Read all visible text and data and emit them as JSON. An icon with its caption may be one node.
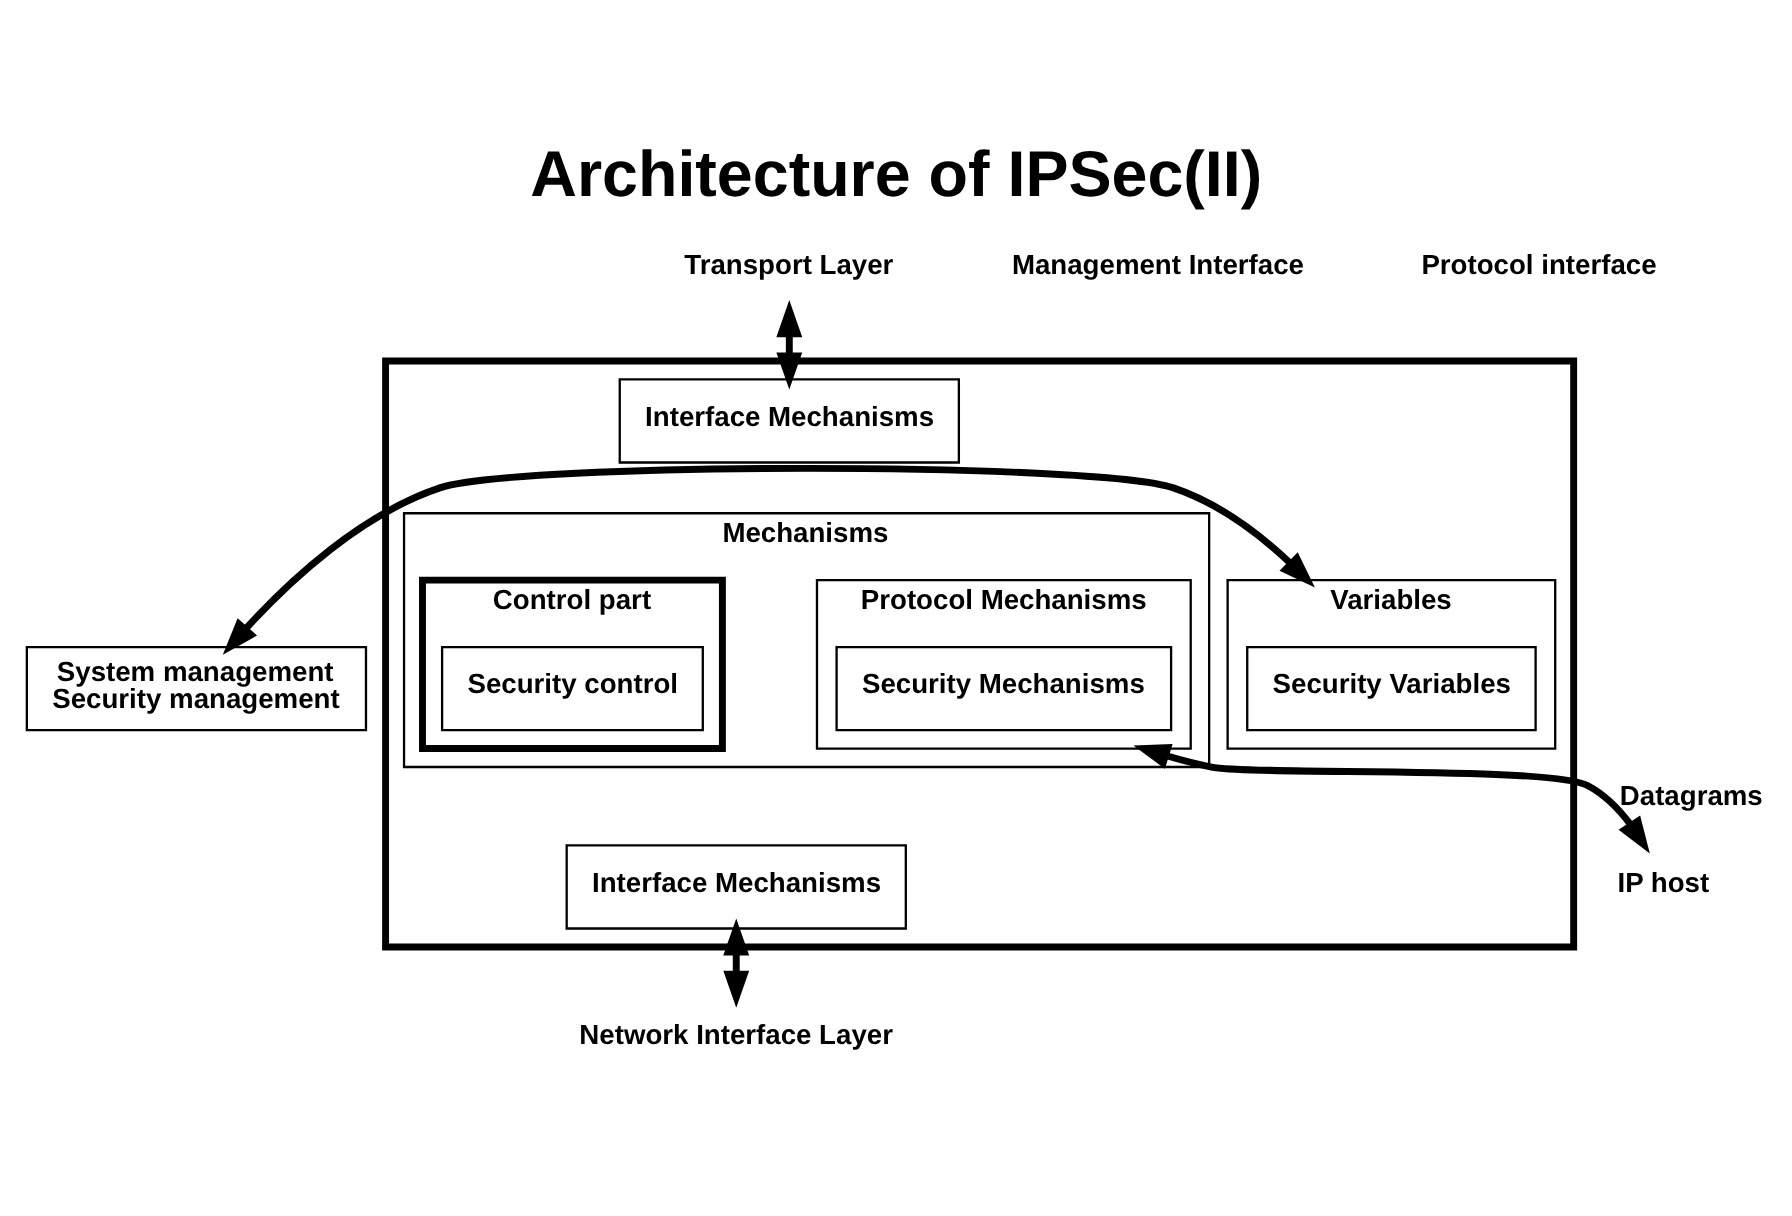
{
  "diagram": {
    "title": "Architecture of IPSec(II)",
    "nodes": [
      {
        "text": [
          "System management",
          "Security management"
        ]
      },
      {
        "text": [],
        "shape": "box"
      },
      {
        "text": [
          "Variables"
        ],
        "in": 1
      },
      {
        "text": [
          "Security Variables"
        ],
        "in": 2
      },
      {
        "text": [
          "Interface Mechanisms"
        ],
        "in": 1
      },
      {
        "text": [
          "Mechanisms"
        ],
        "in": 1
      },
      {
        "text": [
          "Control part"
        ],
        "in": 5
      },
      {
        "text": [
          "Security control"
        ],
        "in": 6
      },
      {
        "text": [
          "Protocol Mechanisms"
        ],
        "in": 5
      },
      {
        "text": [
          "Security Mechanisms"
        ],
        "in": 8
      },
      {
        "text": [
          "Interface Mechanisms"
        ],
        "in": 1
      },
      {
        "text": [
          "Transport Layer"
        ]
      },
      {
        "text": [
          "Network Interface Layer"
        ]
      },
      {
        "text": [
          "IP host"
        ]
      }
    ],
    "edges": [
      {
        "from": 0,
        "to": 2,
        "arrow": "both"
      },
      {
        "from": 11,
        "to": 4,
        "arrow": "both"
      },
      {
        "from": 10,
        "to": 12,
        "arrow": "both"
      },
      {
        "from": 8,
        "to": 13,
        "arrow": "both",
        "label": "Datagrams"
      }
    ],
    "labels": [
      "Management Interface",
      "Protocol interface"
    ]
  }
}
